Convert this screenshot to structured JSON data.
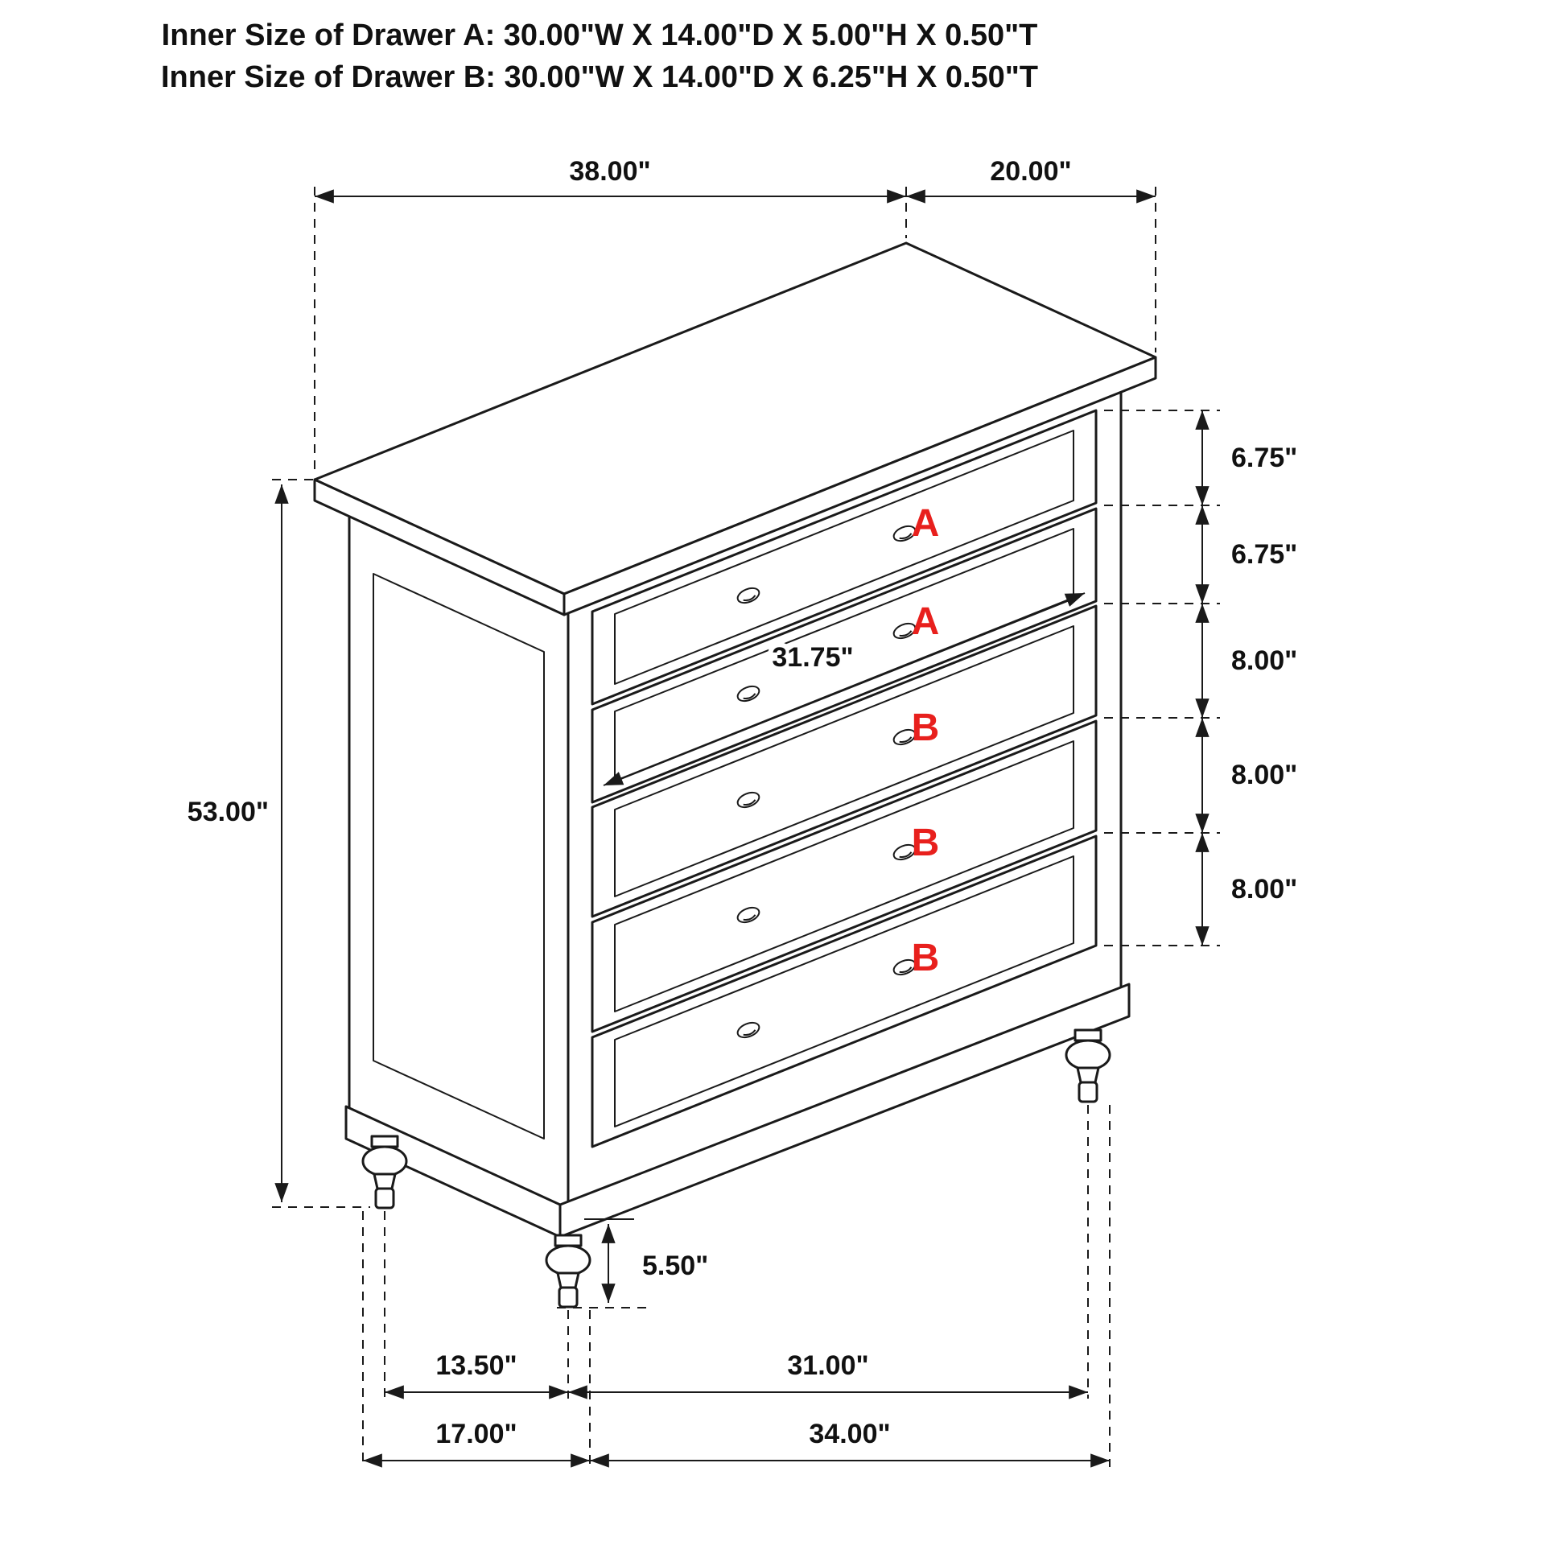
{
  "meta": {
    "background": "#ffffff",
    "line_color": "#1a1a1a",
    "accent_red": "#e8201d",
    "drawing_type": "furniture dimension diagram, 5-drawer chest isometric view"
  },
  "header": {
    "line1": "Inner Size of Drawer A: 30.00\"W X 14.00\"D X 5.00\"H X 0.50\"T",
    "line2": "Inner Size of Drawer B: 30.00\"W X 14.00\"D X 6.25\"H X 0.50\"T"
  },
  "dimensions": {
    "top_width": "38.00\"",
    "top_depth": "20.00\"",
    "drawer_a1_height": "6.75\"",
    "drawer_a2_height": "6.75\"",
    "drawer_b1_height": "8.00\"",
    "drawer_b2_height": "8.00\"",
    "drawer_b3_height": "8.00\"",
    "drawer_front_width": "31.75\"",
    "overall_height": "53.00\"",
    "leg_height": "5.50\"",
    "leg_spacing_depth": "13.50\"",
    "base_depth": "17.00\"",
    "leg_spacing_width": "31.00\"",
    "base_width": "34.00\""
  },
  "drawer_labels": {
    "d1": "A",
    "d2": "A",
    "d3": "B",
    "d4": "B",
    "d5": "B"
  }
}
